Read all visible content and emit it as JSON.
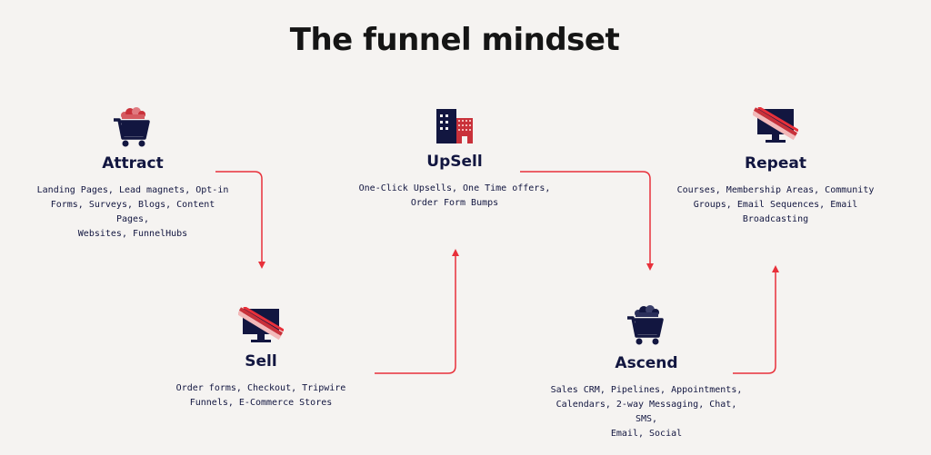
{
  "title": "The funnel mindset",
  "colors": {
    "background": "#f5f3f1",
    "navy": "#121640",
    "arrow": "#e8303a",
    "accent_red": "#c9313a",
    "accent_pink": "#f3b9b9"
  },
  "stages": {
    "attract": {
      "icon": "shopping-cart-icon",
      "label": "Attract",
      "line1": "Landing Pages, Lead magnets, Opt-in",
      "line2": "Forms, Surveys, Blogs, Content Pages,",
      "line3": "Websites, FunnelHubs"
    },
    "sell": {
      "icon": "monitor-icon",
      "label": "Sell",
      "line1": "Order forms, Checkout, Tripwire",
      "line2": "Funnels, E-Commerce Stores"
    },
    "upsell": {
      "icon": "building-icon",
      "label": "UpSell",
      "line1": "One-Click Upsells, One Time offers,",
      "line2": "Order Form Bumps"
    },
    "ascend": {
      "icon": "shopping-cart-icon",
      "label": "Ascend",
      "line1": "Sales CRM, Pipelines, Appointments,",
      "line2": "Calendars, 2-way Messaging, Chat, SMS,",
      "line3": "Email, Social"
    },
    "repeat": {
      "icon": "monitor-icon",
      "label": "Repeat",
      "line1": "Courses, Membership Areas, Community",
      "line2": "Groups, Email Sequences, Email",
      "line3": "Broadcasting"
    }
  }
}
